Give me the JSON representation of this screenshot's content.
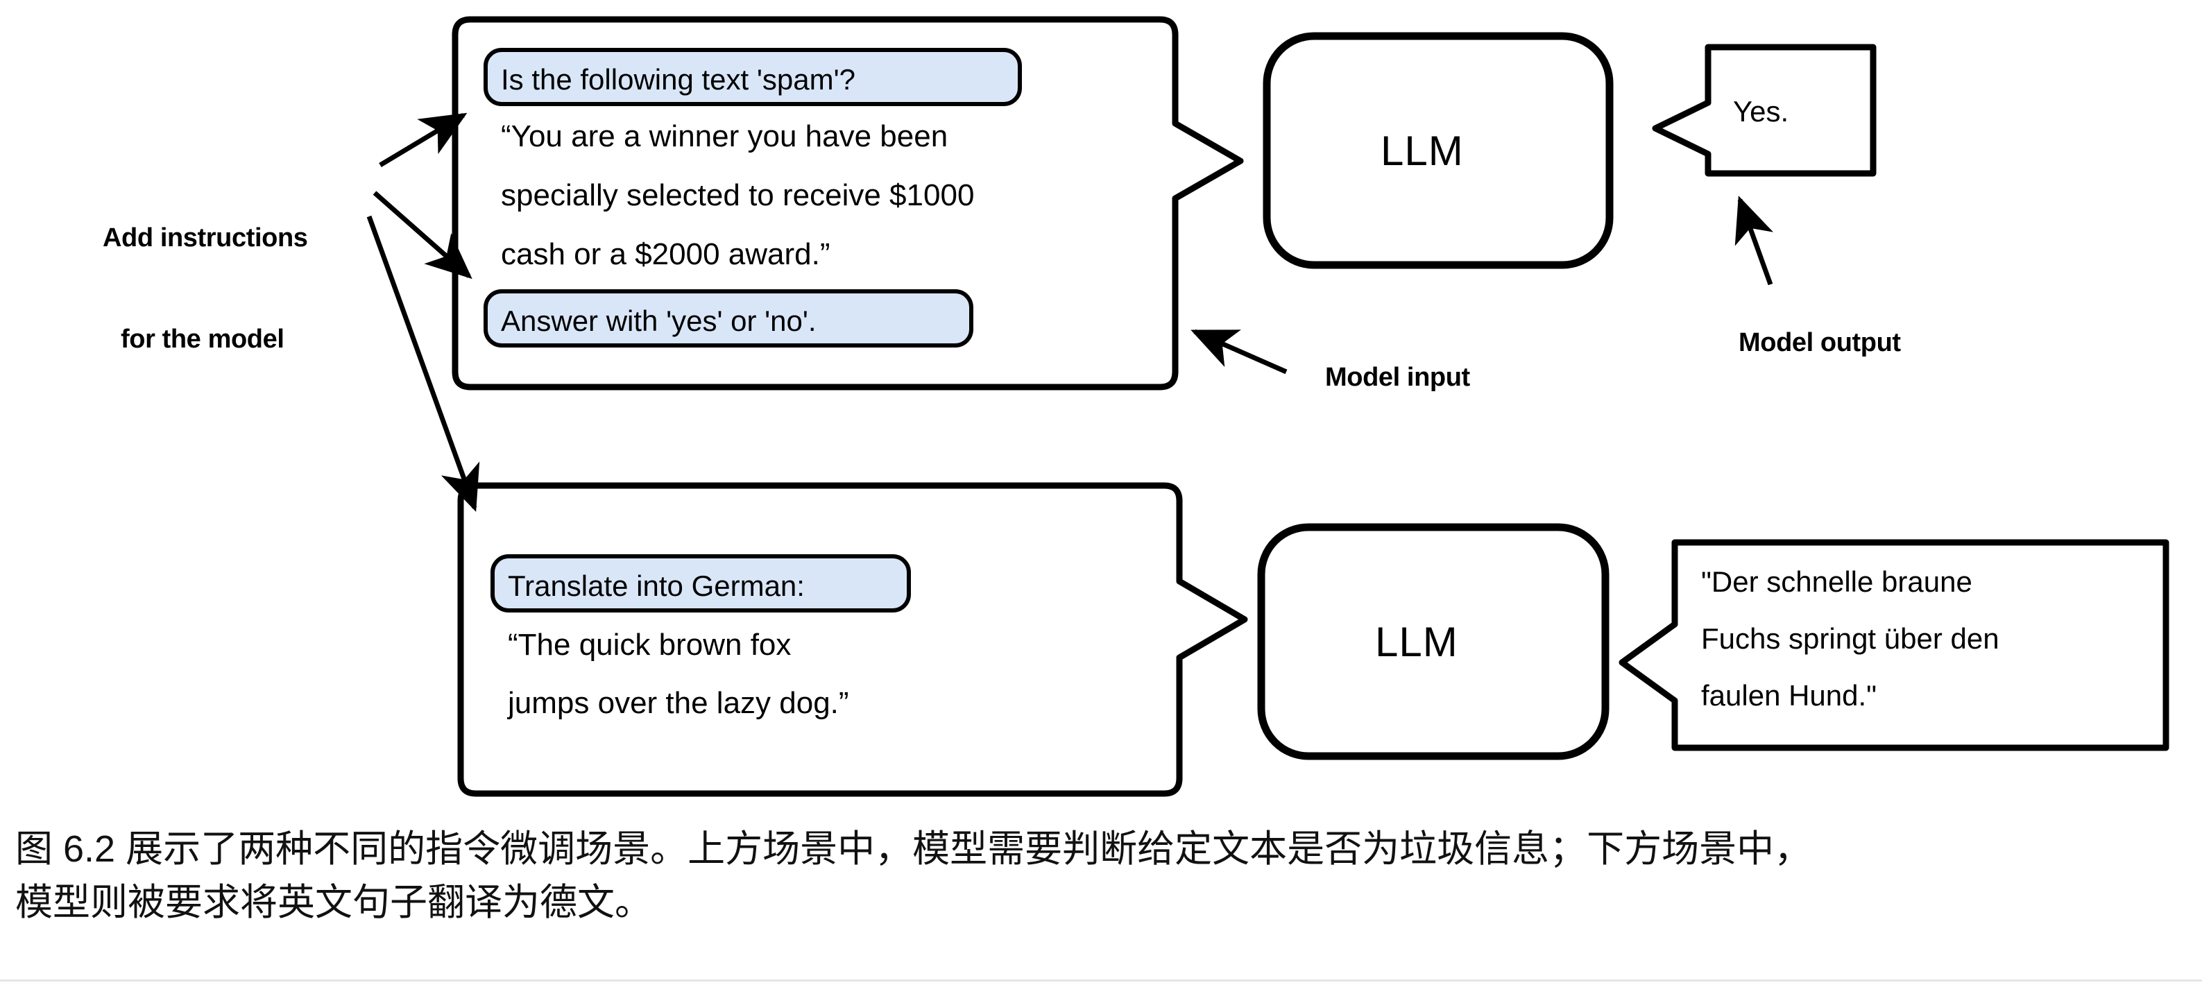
{
  "figure": {
    "annotations": {
      "add_instructions_line1": "Add instructions",
      "add_instructions_line2": "for the model",
      "model_input": "Model input",
      "model_output": "Model output"
    },
    "examples": [
      {
        "id": "spam-classification",
        "input": {
          "instruction_pill": "Is the following text 'spam'?",
          "body_lines": [
            "“You are a winner you have been",
            "specially selected to receive $1000",
            "cash or a $2000 award.”"
          ],
          "format_pill": "Answer with 'yes' or 'no'."
        },
        "model": "LLM",
        "output_lines": [
          "Yes."
        ]
      },
      {
        "id": "german-translation",
        "input": {
          "instruction_pill": "Translate into German:",
          "body_lines": [
            "“The quick brown fox",
            "jumps over the lazy dog.”"
          ],
          "format_pill": ""
        },
        "model": "LLM",
        "output_lines": [
          "\"Der schnelle braune",
          "Fuchs springt über den",
          "faulen Hund.\""
        ]
      }
    ]
  },
  "caption": {
    "line1": "图 6.2 展示了两种不同的指令微调场景。上方场景中，模型需要判断给定文本是否为垃圾信息；下方场景中，",
    "line2": "模型则被要求将英文句子翻译为德文。"
  },
  "colors": {
    "pill_fill": "#d9e6f7",
    "stroke": "#000000",
    "page_bg": "#ffffff",
    "rule": "#e6e6e6"
  }
}
